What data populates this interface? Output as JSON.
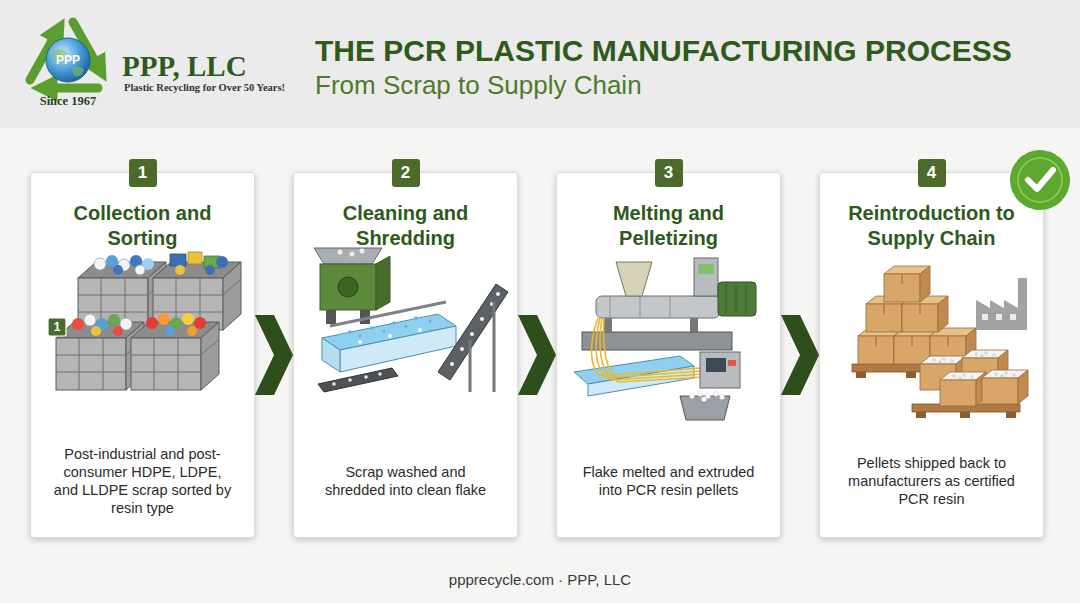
{
  "diagram": {
    "title": "THE PCR PLASTIC MANUFACTURING PROCESS",
    "caption": "ppprecycle.com · PPP, LLC",
    "nodes": [
      {
        "text": [
          "Collection and Sorting",
          "Post-industrial and post-consumer HDPE, LDPE, and LLDPE scrap sorted by resin type"
        ]
      },
      {
        "text": [
          "1"
        ],
        "in": 0
      },
      {
        "text": [
          "Cleaning and Shredding",
          "Scrap washed and shredded into clean flake"
        ]
      },
      {
        "text": [
          "2"
        ],
        "in": 2
      },
      {
        "text": [
          "Melting and Pelletizing",
          "Flake melted and extruded into PCR resin pellets"
        ]
      },
      {
        "text": [
          "3"
        ],
        "in": 4
      },
      {
        "text": [
          "Reintroduction to Supply Chain",
          "Pellets shipped back to manufacturers as certified PCR resin"
        ]
      },
      {
        "text": [
          "4"
        ],
        "in": 6
      }
    ],
    "edges": [
      {
        "from": 0,
        "to": 2,
        "arrow": "to"
      },
      {
        "from": 2,
        "to": 4,
        "arrow": "to"
      },
      {
        "from": 4,
        "to": 6,
        "arrow": "to"
      }
    ],
    "labels": [
      "PPP",
      "Since 1967",
      "PPP, LLC",
      "Plastic Recycling for Over 50 Years!",
      "From Scrap to Supply Chain",
      "1"
    ]
  }
}
